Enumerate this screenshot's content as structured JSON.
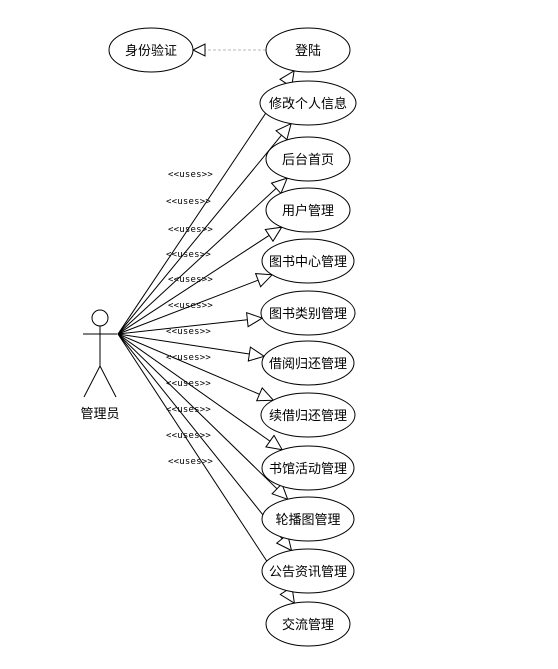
{
  "actor": {
    "label": "管理员"
  },
  "auth_case": {
    "label": "身份验证"
  },
  "use_cases": [
    {
      "label": "登陆"
    },
    {
      "label": "修改个人信息"
    },
    {
      "label": "后台首页"
    },
    {
      "label": "用户管理"
    },
    {
      "label": "图书中心管理"
    },
    {
      "label": "图书类别管理"
    },
    {
      "label": "借阅归还管理"
    },
    {
      "label": "续借归还管理"
    },
    {
      "label": "书馆活动管理"
    },
    {
      "label": "轮播图管理"
    },
    {
      "label": "公告资讯管理"
    },
    {
      "label": "交流管理"
    }
  ],
  "stereotypes": [
    "<<uses>>",
    "<<uses>>",
    "<<uses>>",
    "<<uses>>",
    "<<uses>>",
    "<<uses>>",
    "<<uses>>",
    "<<uses>>",
    "<<uses>>",
    "<<uses>>",
    "<<uses>>",
    "<<uses>>"
  ]
}
